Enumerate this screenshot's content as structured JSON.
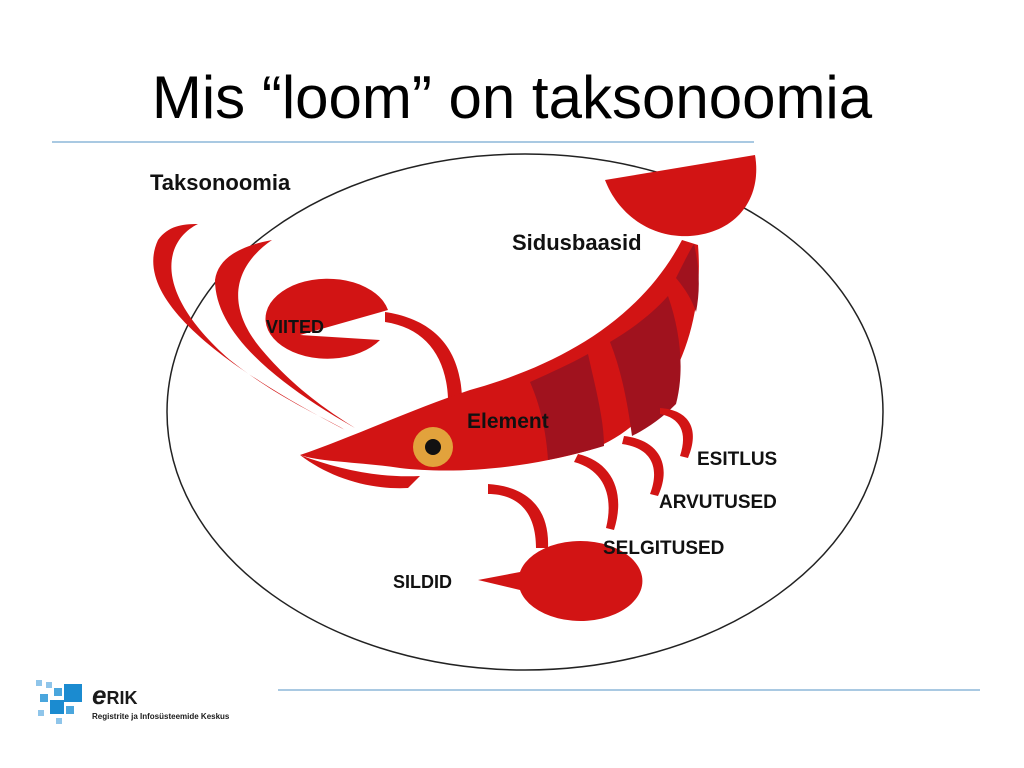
{
  "slide": {
    "title": "Mis “loom” on taksonoomia"
  },
  "diagram": {
    "labels": {
      "taksonoomia": "Taksonoomia",
      "sidusbaasid": "Sidusbaasid",
      "viited": "VIITED",
      "element": "Element",
      "esitlus": "ESITLUS",
      "arvutused": "ARVUTUSED",
      "selgitused": "SELGITUSED",
      "sildid": "SILDID"
    },
    "colors": {
      "body_red": "#d21414",
      "dark_red": "#a0121e",
      "eye_ring": "#e2a23c",
      "outline": "#222222"
    }
  },
  "logo": {
    "brand_e": "e",
    "brand_rest": "RIK",
    "subtitle": "Registrite ja Infosüsteemide Keskus"
  }
}
